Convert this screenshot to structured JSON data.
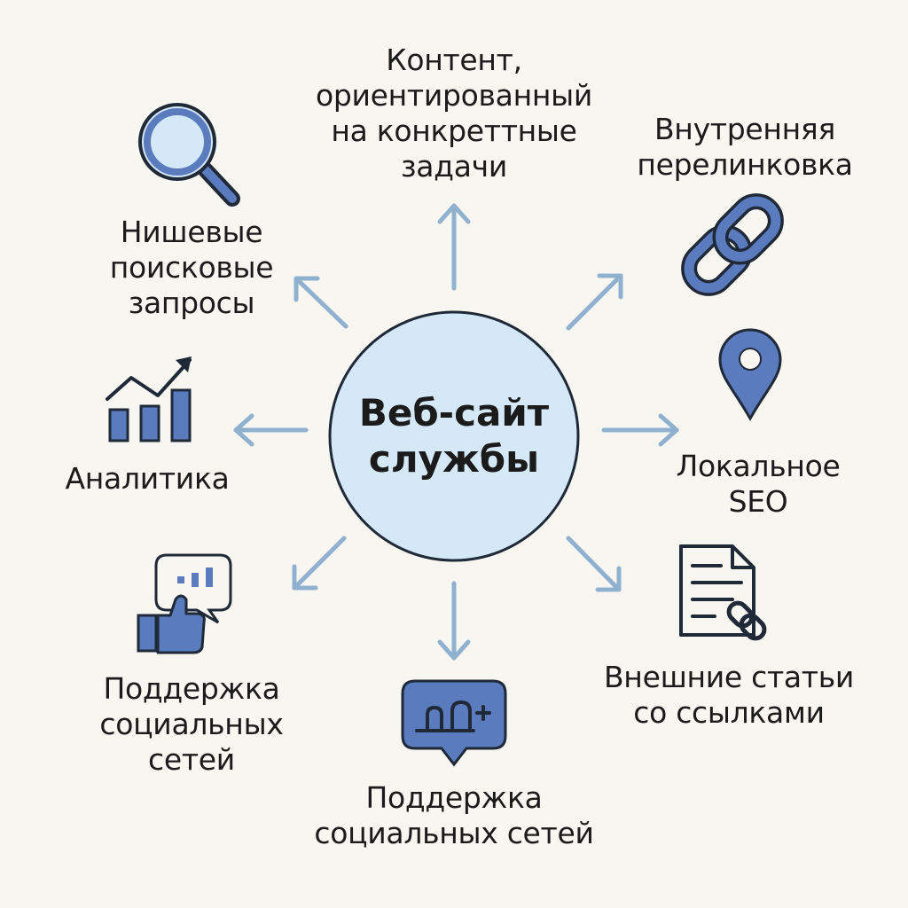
{
  "center": {
    "label": "Веб-сайт\nслужбы"
  },
  "nodes": [
    {
      "id": "content",
      "label": "Контент,\nориентированный\nна конкреттные\nзадачи",
      "icon": "arrow-only"
    },
    {
      "id": "internal-linking",
      "label": "Внутренняя\nперелинковка",
      "icon": "chain-link-icon"
    },
    {
      "id": "local-seo",
      "label": "Локальное\nSEO",
      "icon": "map-pin-icon"
    },
    {
      "id": "external-articles",
      "label": "Внешние статьи\nсо ссылками",
      "icon": "document-link-icon"
    },
    {
      "id": "social-support-bottom",
      "label": "Поддержка\nсоциальных сетей",
      "icon": "chat-bubble-icon"
    },
    {
      "id": "social-support-left",
      "label": "Поддержка\nсоциальных\nсетей",
      "icon": "thumbs-up-chat-icon"
    },
    {
      "id": "analytics",
      "label": "Аналитика",
      "icon": "bar-chart-icon"
    },
    {
      "id": "niche-queries",
      "label": "Нишевые\nпоисковые\nзапросы",
      "icon": "magnifier-icon"
    }
  ],
  "colors": {
    "background": "#f8f6f1",
    "circle_fill": "#d4e8f5",
    "circle_stroke": "#1f2937",
    "arrow": "#8fb1cf",
    "icon_fill": "#5b7bbf",
    "icon_stroke": "#1f2937"
  }
}
